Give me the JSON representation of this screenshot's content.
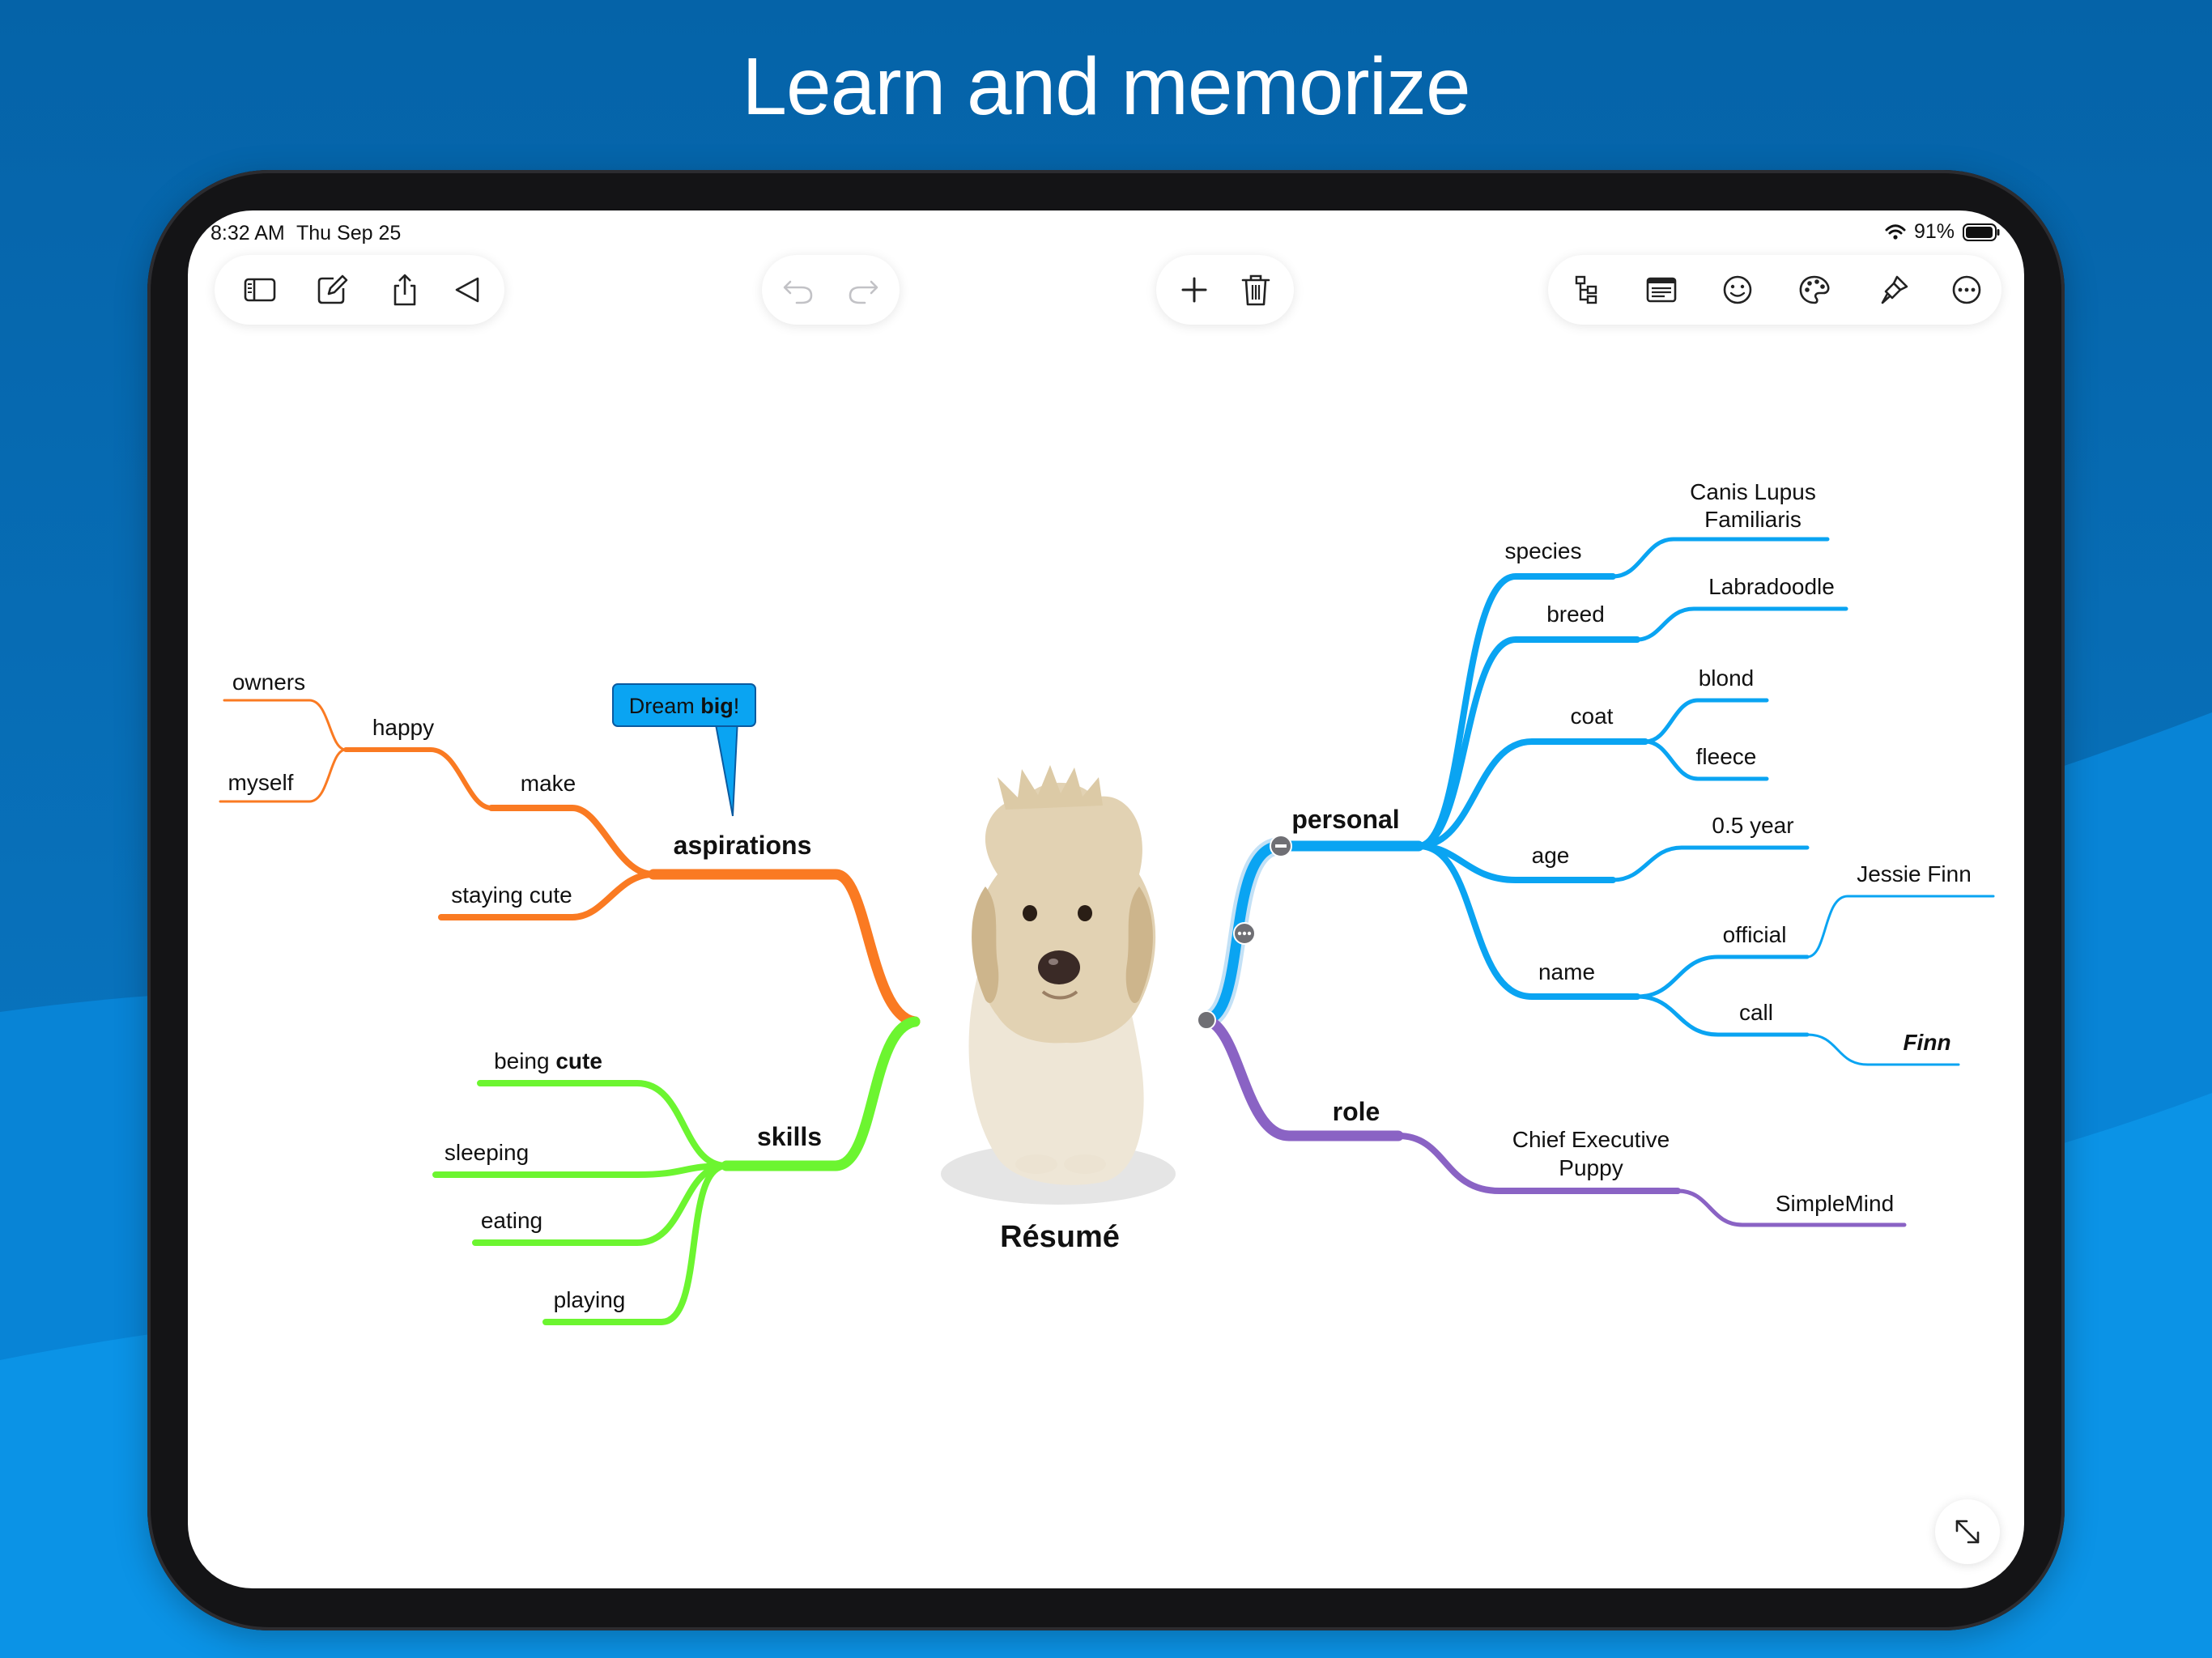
{
  "headline": "Learn and memorize",
  "status": {
    "time": "8:32 AM",
    "date": "Thu Sep 25",
    "battery": "91%"
  },
  "toolbar": {
    "left": [
      "sidebar-icon",
      "compose-icon",
      "share-icon",
      "play-icon"
    ],
    "history": [
      "undo-icon",
      "redo-icon"
    ],
    "edit": [
      "add-icon",
      "trash-icon"
    ],
    "right": [
      "outline-icon",
      "note-icon",
      "emoji-icon",
      "palette-icon",
      "brush-icon",
      "more-icon"
    ]
  },
  "colors": {
    "orange": "#fa7a22",
    "green": "#6cf530",
    "blue": "#0aa4f2",
    "purple": "#8a63c4",
    "bg_top": "#0a6bb0",
    "bg_bottom": "#0a8fe0"
  },
  "mindmap": {
    "central": "Résumé",
    "callout": {
      "pre": "Dream ",
      "bold": "big",
      "post": "!"
    },
    "aspirations": {
      "label": "aspirations",
      "make": "make",
      "happy": "happy",
      "owners": "owners",
      "myself": "myself",
      "staying_cute": "staying cute"
    },
    "skills": {
      "label": "skills",
      "being_pre": "being ",
      "being_bold": "cute",
      "sleeping": "sleeping",
      "eating": "eating",
      "playing": "playing"
    },
    "personal": {
      "label": "personal",
      "species": "species",
      "species_value_1": "Canis Lupus",
      "species_value_2": "Familiaris",
      "breed": "breed",
      "breed_value": "Labradoodle",
      "coat": "coat",
      "coat_1": "blond",
      "coat_2": "fleece",
      "age": "age",
      "age_value": "0.5 year",
      "name": "name",
      "official": "official",
      "official_value": "Jessie Finn",
      "call": "call",
      "call_value": "Finn"
    },
    "role": {
      "label": "role",
      "title_1": "Chief Executive",
      "title_2": "Puppy",
      "company": "SimpleMind"
    }
  }
}
